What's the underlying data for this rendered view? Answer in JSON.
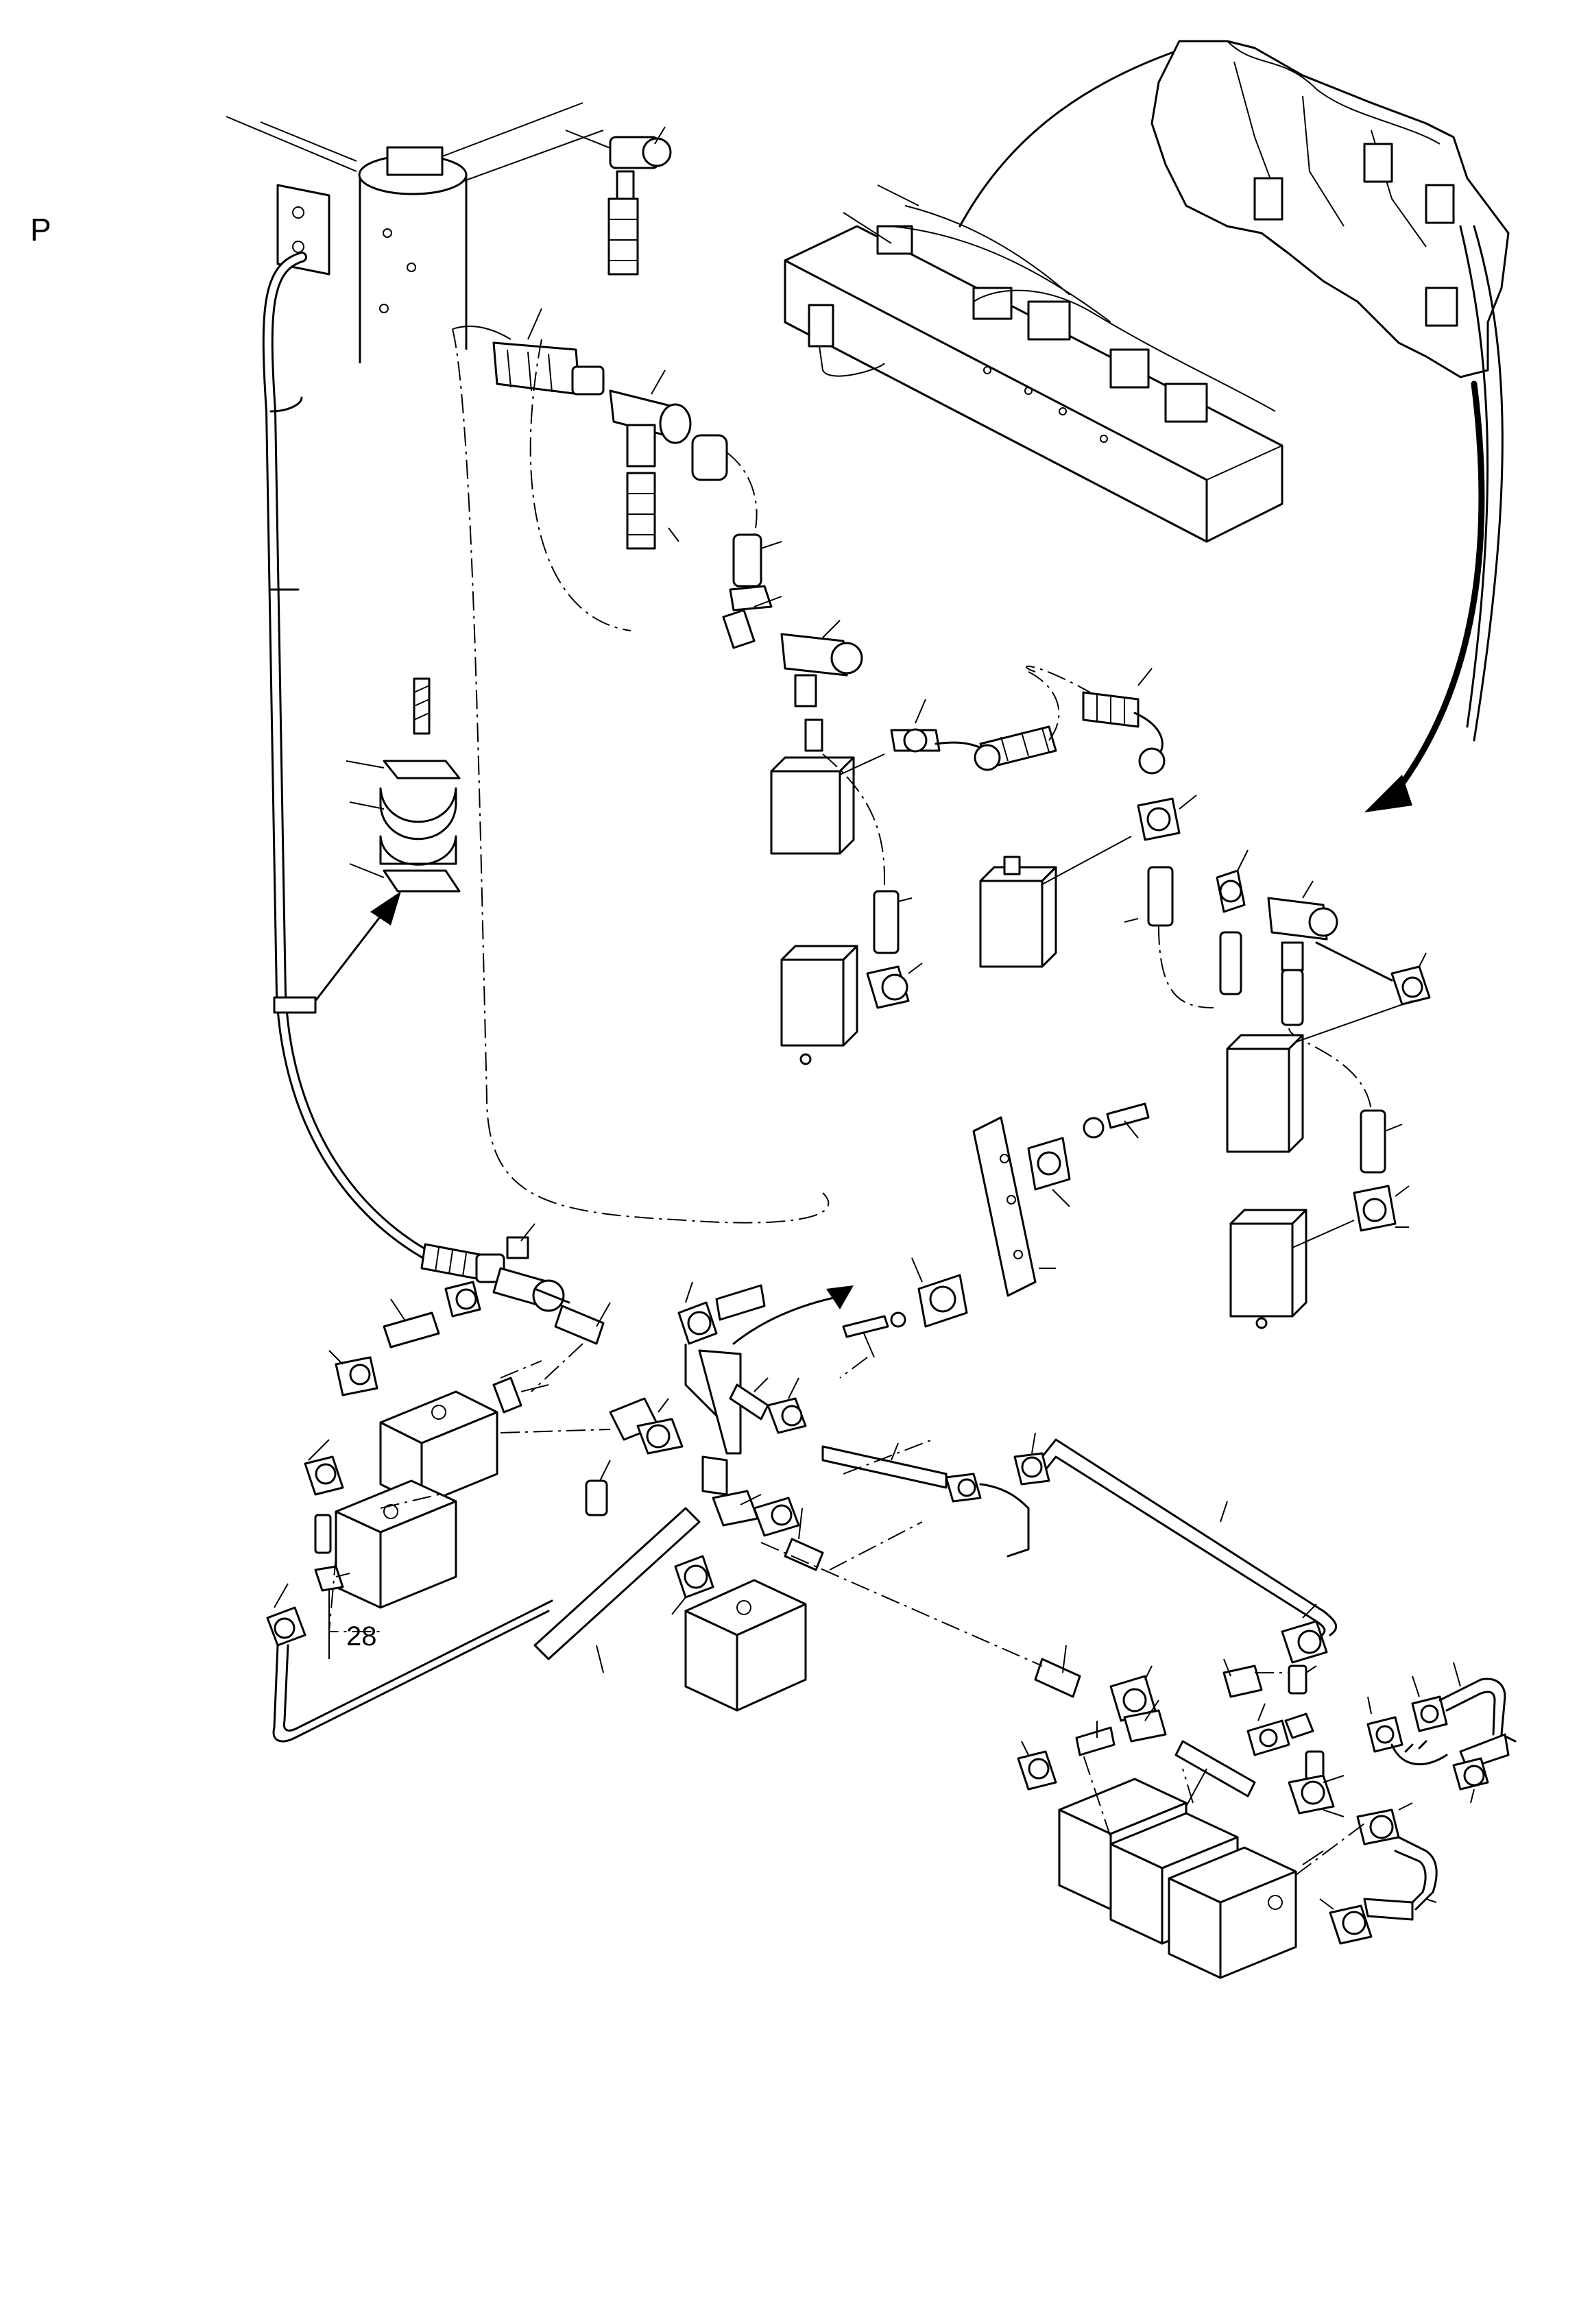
{
  "page": {
    "corner_label": "P"
  },
  "callouts": [
    {
      "id": "callout-28",
      "text": "28"
    }
  ],
  "icons": [
    "fitting-icon",
    "valve-block-icon",
    "hose-icon",
    "clamp-icon",
    "arrow-icon"
  ]
}
